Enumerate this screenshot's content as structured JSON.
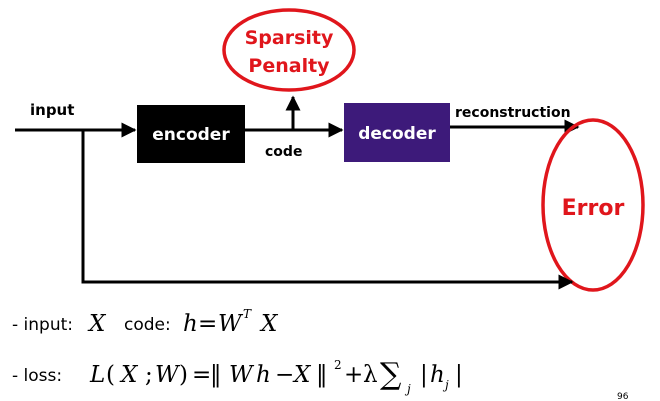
{
  "diagram": {
    "input_label": "input",
    "encoder_label": "encoder",
    "code_label": "code",
    "decoder_label": "decoder",
    "reconstruction_label": "reconstruction",
    "sparsity_line1": "Sparsity",
    "sparsity_line2": "Penalty",
    "error_label": "Error"
  },
  "formulas": {
    "line1_prefix": "- input:",
    "line1_X": "X",
    "line1_code": "code:",
    "line1_h": "h",
    "line1_eq": "=",
    "line1_W": "W",
    "line1_T": "T",
    "line1_X2": "X",
    "line2_prefix": "- loss:",
    "line2_L": "L",
    "line2_open": "(",
    "line2_X": "X",
    "line2_semi": ";",
    "line2_W": "W",
    "line2_close": ")",
    "line2_eq": "=",
    "line2_norm_open": "‖",
    "line2_W2": "W",
    "line2_h": "h",
    "line2_minus": "−",
    "line2_X2": "X",
    "line2_norm_close": "‖",
    "line2_sq": "2",
    "line2_plus": "+",
    "line2_lambda": "λ",
    "line2_sum": "∑",
    "line2_j": "j",
    "line2_bar1": "|",
    "line2_hj": "h",
    "line2_hj_sub": "j",
    "line2_bar2": "|"
  },
  "footer": {
    "page_mark": "96"
  },
  "colors": {
    "encoder_fill": "#000000",
    "decoder_fill": "#3d1a7a",
    "highlight_red": "#e0161c",
    "line": "#000000"
  }
}
